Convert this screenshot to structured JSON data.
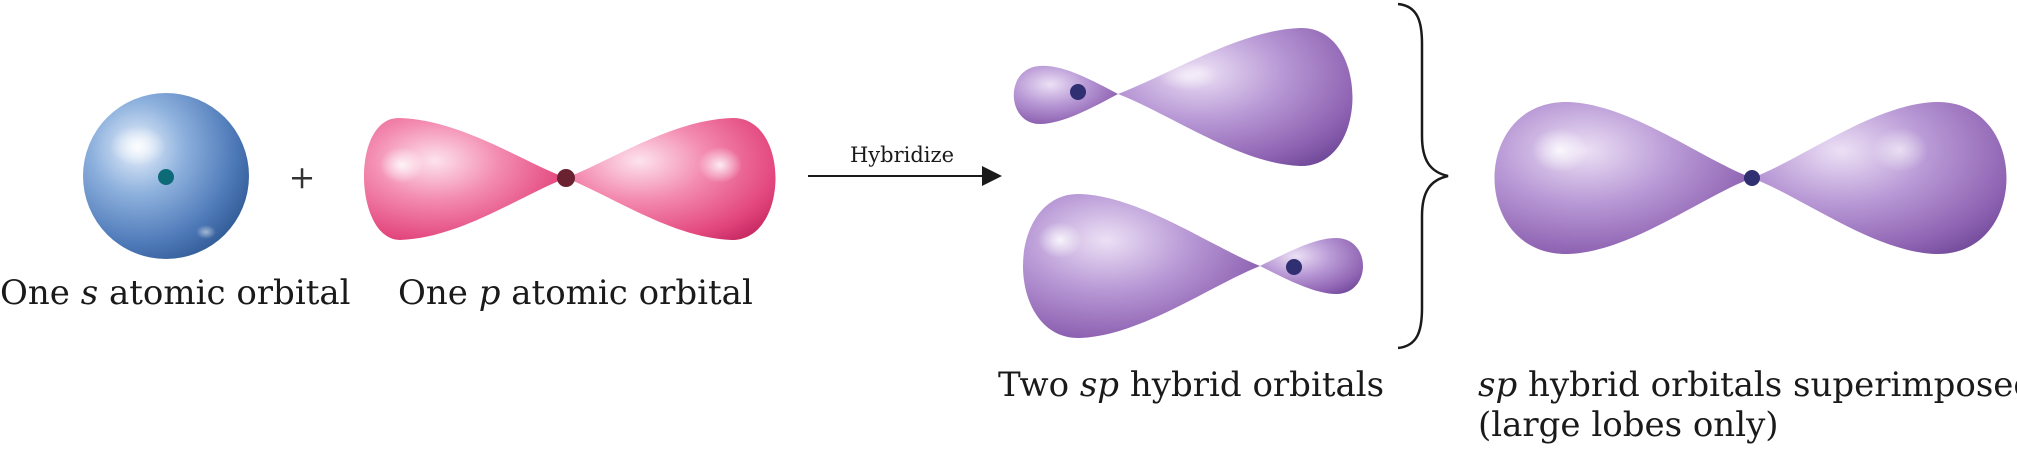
{
  "captions": {
    "s_orbital": {
      "pre": "One ",
      "ital": "s",
      "post": " atomic orbital"
    },
    "p_orbital": {
      "pre": "One ",
      "ital": "p",
      "post": " atomic orbital"
    },
    "two_sp": {
      "pre": "Two ",
      "ital": "sp",
      "post": " hybrid orbitals"
    },
    "superimposed_line1": {
      "pre": "",
      "ital": "sp",
      "post": " hybrid orbitals superimposed"
    },
    "superimposed_line2": "(large lobes only)"
  },
  "operator_plus": "+",
  "arrow_label": "Hybridize",
  "colors": {
    "s_orbital": "#4a78b8",
    "p_orbital": "#e8487e",
    "sp_orbital": "#8e62b2",
    "s_nucleus": "#0d6b77",
    "p_nucleus": "#6b2230",
    "sp_nucleus": "#2f2f72"
  }
}
